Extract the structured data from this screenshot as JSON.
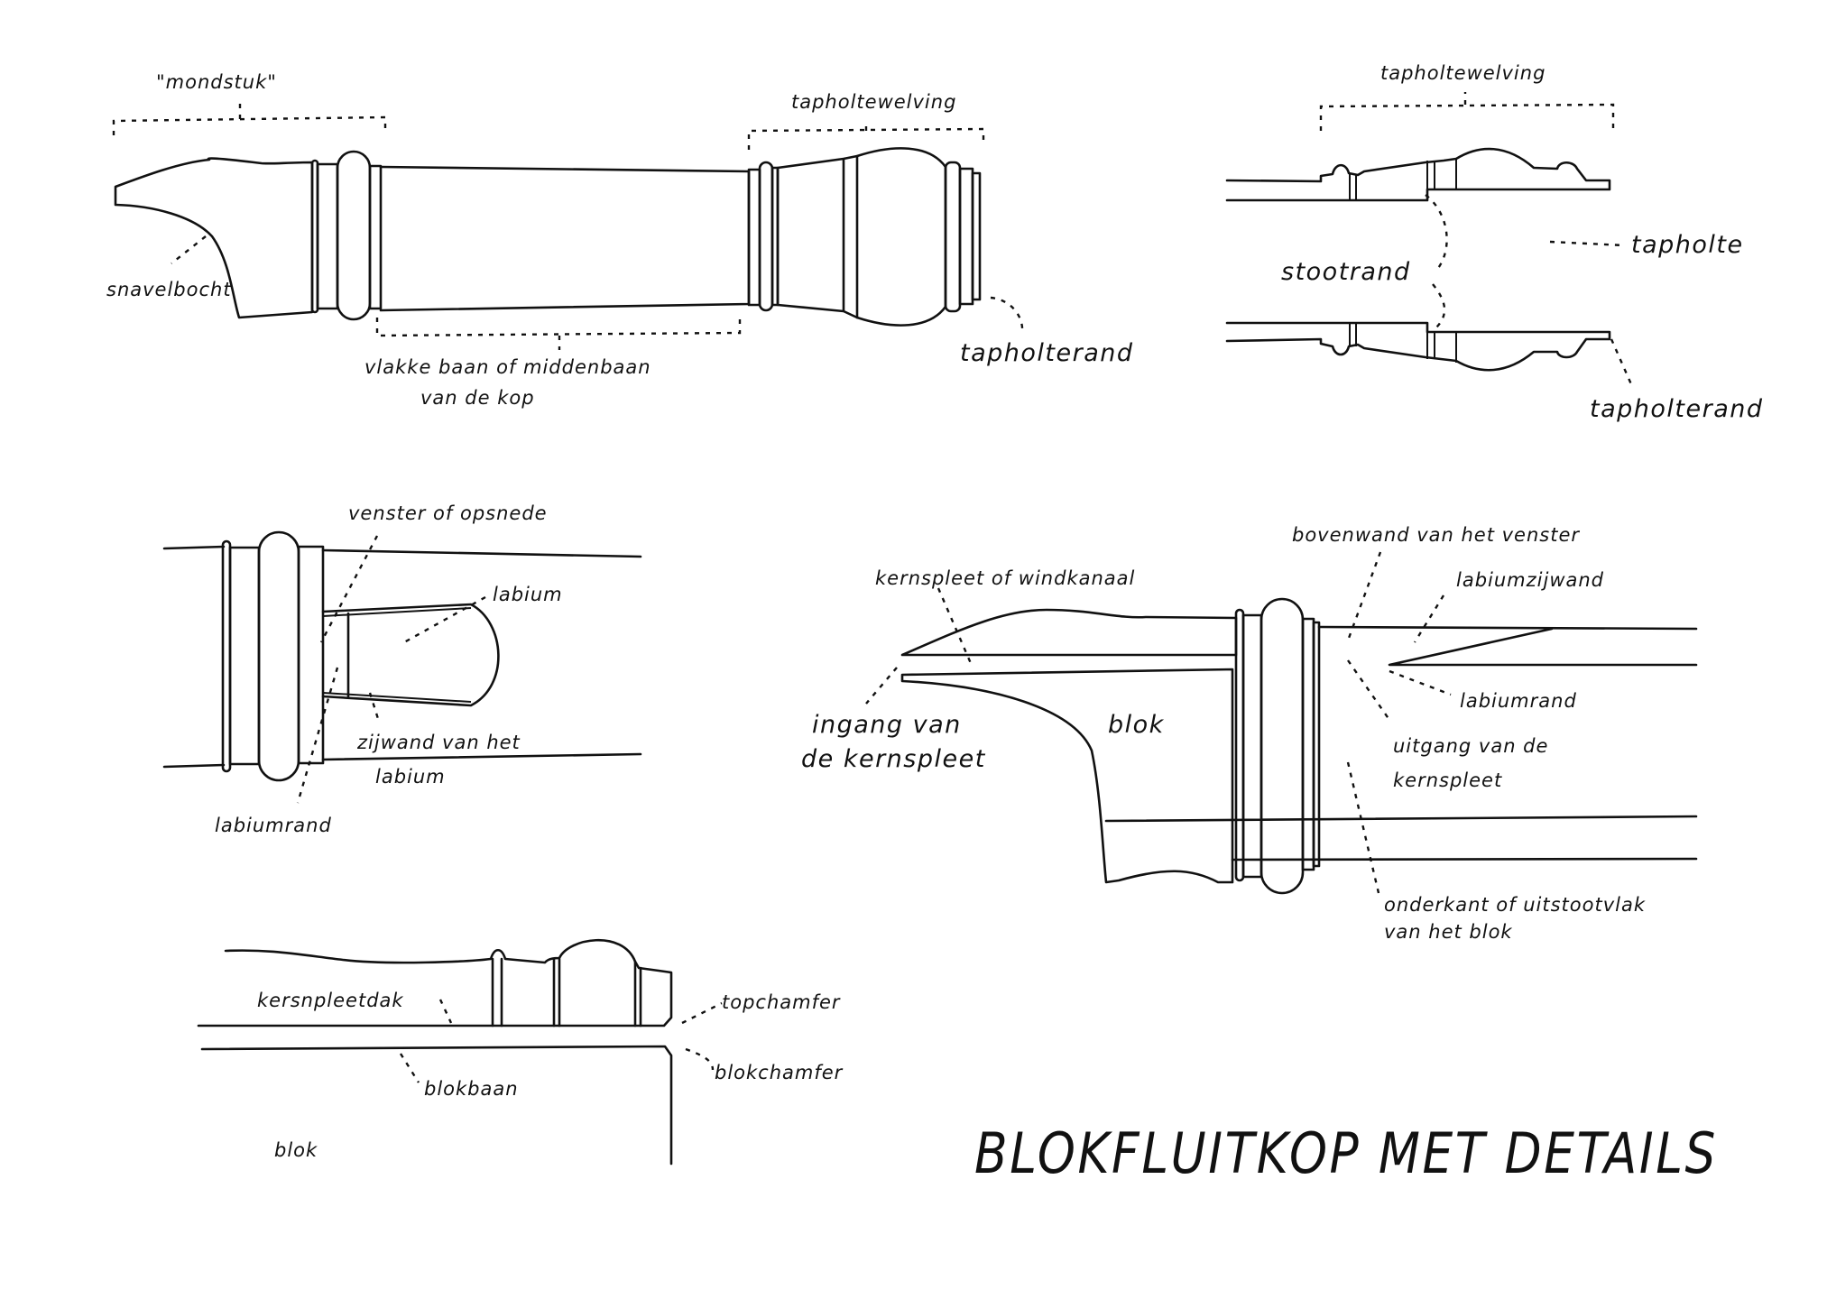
{
  "title": "BLOKFLUITKOP MET DETAILS",
  "figures": {
    "head_overview": {
      "labels": {
        "mondstuk": "\"mondstuk\"",
        "snavelbocht": "snavelbocht",
        "tapholtewelving": "tapholtewelving",
        "vlakke_baan_line1": "vlakke baan of middenbaan",
        "vlakke_baan_line2": "van de kop",
        "tapholterand": "tapholterand"
      }
    },
    "socket_section": {
      "labels": {
        "tapholtewelving": "tapholtewelving",
        "tapholte": "tapholte",
        "stootrand": "stootrand",
        "tapholterand": "tapholterand"
      }
    },
    "window_top_view": {
      "labels": {
        "venster": "venster of opsnede",
        "labium": "labium",
        "zijwand_line1": "zijwand van het",
        "zijwand_line2": "labium",
        "labiumrand": "labiumrand"
      }
    },
    "windway_section": {
      "labels": {
        "bovenwand": "bovenwand van het venster",
        "kernspleet": "kernspleet of windkanaal",
        "labiumzijwand": "labiumzijwand",
        "ingang_line1": "ingang van",
        "ingang_line2": "de kernspleet",
        "blok": "blok",
        "labiumrand": "labiumrand",
        "uitgang_line1": "uitgang van de",
        "uitgang_line2": "kernspleet",
        "onderkant_line1": "onderkant of uitstootvlak",
        "onderkant_line2": "van het blok"
      }
    },
    "block_detail": {
      "labels": {
        "kersnpleetdak": "kersnpleetdak",
        "topchamfer": "topchamfer",
        "blokbaan": "blokbaan",
        "blokchamfer": "blokchamfer",
        "blok": "blok"
      }
    }
  }
}
